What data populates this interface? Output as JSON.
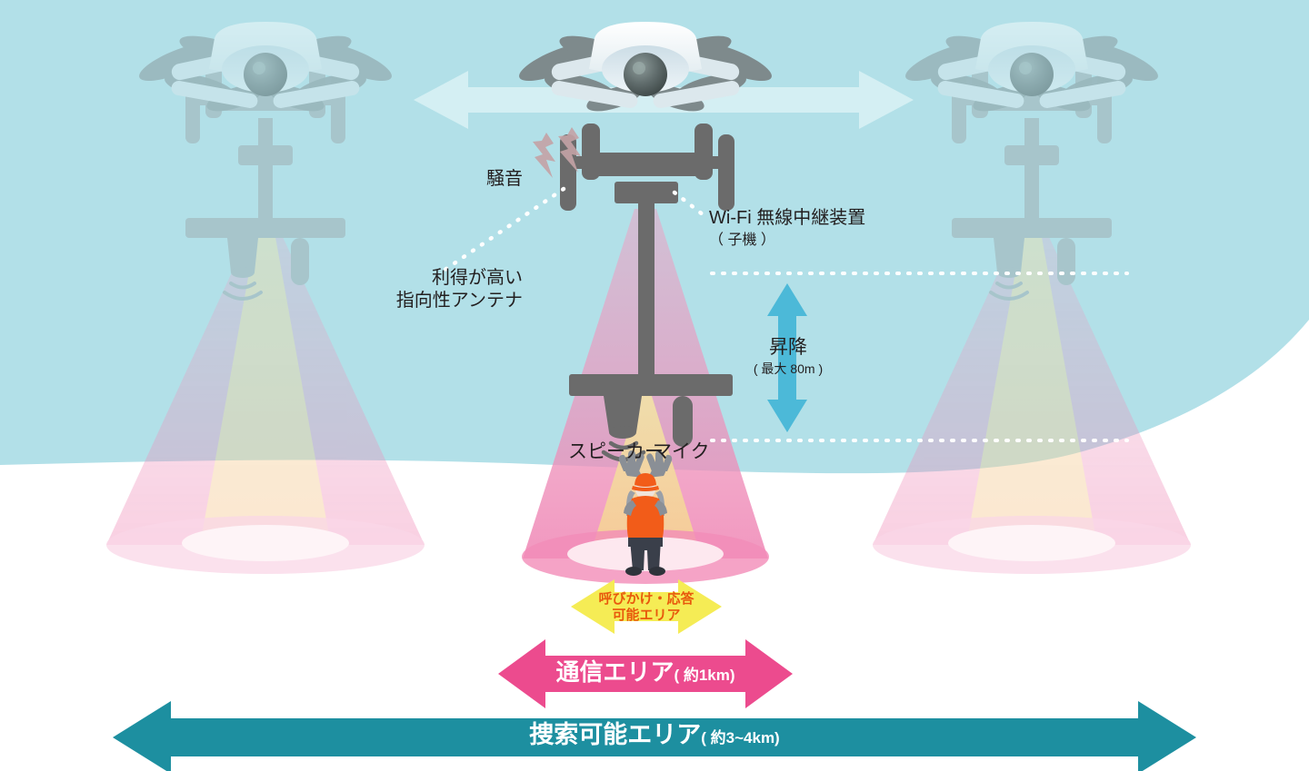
{
  "diagram": {
    "title_absent": true,
    "labels": {
      "noise": "騒音",
      "wifi_relay_main": "Wi-Fi 無線中継装置",
      "wifi_relay_sub": "（ 子機 ）",
      "antenna_line1": "利得が高い",
      "antenna_line2": "指向性アンテナ",
      "elevation_main": "昇降",
      "elevation_sub": "( 最大 80m )",
      "speaker": "スピーカー",
      "microphone": "マイク"
    },
    "arrows": {
      "hail_response": {
        "line1": "呼びかけ・応答",
        "line2": "可能エリア",
        "color": "#f5ec55",
        "text_color": "#e8590c"
      },
      "comm_area": {
        "label": "通信エリア",
        "note": "( 約1km)",
        "color": "#ec4b8e",
        "text_color": "#ffffff"
      },
      "search_area": {
        "label": "捜索可能エリア",
        "note": "( 約3~4km)",
        "color": "#1d8fa0",
        "text_color": "#ffffff"
      },
      "lateral_move": {
        "name": "horizontal-flight-arrow",
        "color": "#d4eff3"
      },
      "vertical_move": {
        "name": "vertical-elevation-arrow",
        "color": "#4cb9d8"
      }
    },
    "colors": {
      "sky": "#b2e0e8",
      "ground": "#ffffff",
      "cone_pink": "#f2a9c8",
      "cone_inner_yellow": "#f2e2a8",
      "drone_body": "#f4f8fa",
      "drone_gray": "#7e8a8c",
      "mast_gray": "#6b6b6b",
      "person_jacket": "#f25c19",
      "person_pants": "#3a3f4a",
      "dotted_leader": "#ffffff"
    }
  }
}
